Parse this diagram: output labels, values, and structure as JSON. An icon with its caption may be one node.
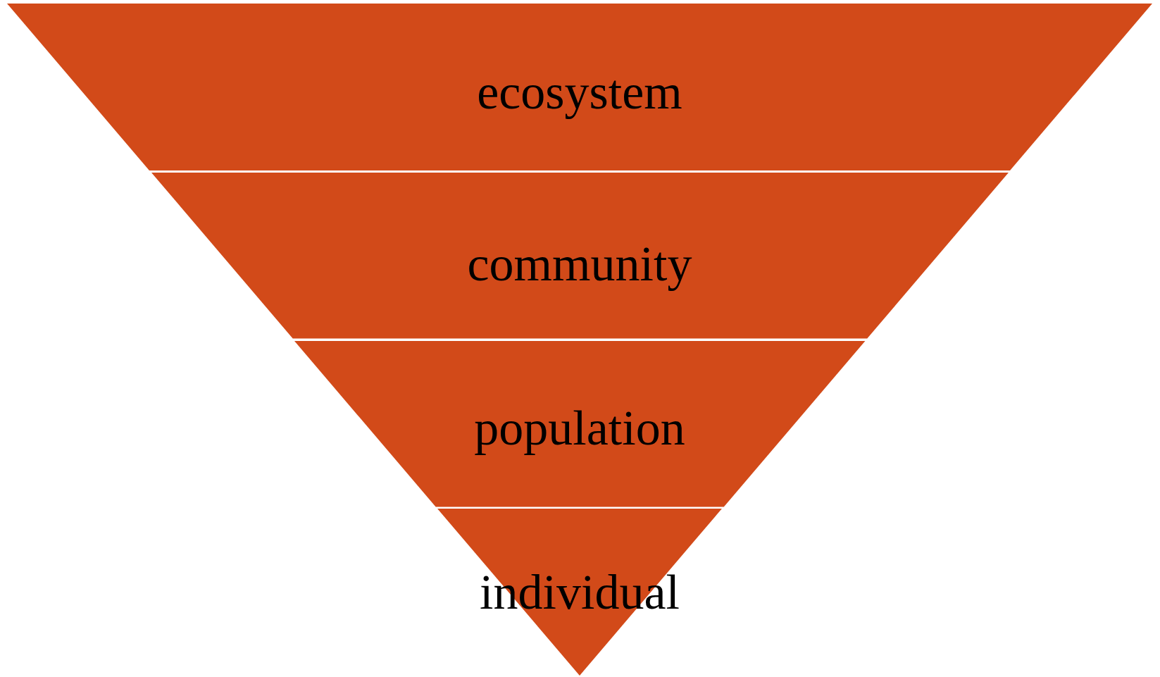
{
  "diagram": {
    "nodes": [
      {
        "text": [
          "ecosystem"
        ]
      },
      {
        "text": [
          "community"
        ]
      },
      {
        "text": [
          "population"
        ]
      },
      {
        "text": [
          "individual"
        ]
      }
    ]
  }
}
